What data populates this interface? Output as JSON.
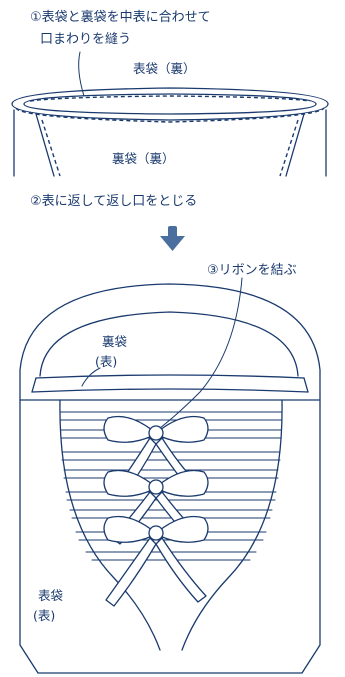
{
  "step1": {
    "line1": "①表袋と裏袋を中表に合わせて",
    "line2": "口まわりを縫う",
    "outer_label": "表袋（裏）",
    "lining_label": "裏袋（裏）"
  },
  "step2": {
    "text": "②表に返して返し口をとじる"
  },
  "step3": {
    "text": "③リボンを結ぶ",
    "lining_label_1": "裏袋",
    "lining_label_2": "(表)",
    "outer_label_1": "表袋",
    "outer_label_2": "(表)"
  },
  "colors": {
    "line": "#1a3a6e",
    "arrow": "#4a6f9e"
  }
}
